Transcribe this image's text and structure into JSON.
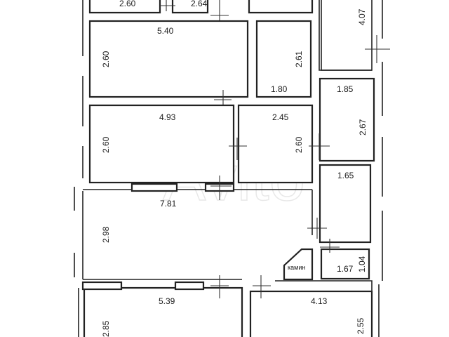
{
  "plan": {
    "watermark": "Avito",
    "fireplace_label": "камин",
    "rooms": [
      {
        "id": "r1",
        "w": "2.60"
      },
      {
        "id": "r2",
        "w": "2.64"
      },
      {
        "id": "r3",
        "w": "5.40",
        "h": "2.60"
      },
      {
        "id": "r4",
        "w": "1.80",
        "h": "2.61"
      },
      {
        "id": "r5",
        "h": "4.07"
      },
      {
        "id": "r6",
        "w": "1.85",
        "h": "2.67"
      },
      {
        "id": "r7",
        "w": "4.93",
        "h": "2.60"
      },
      {
        "id": "r8",
        "w": "2.45",
        "h": "2.60"
      },
      {
        "id": "r9",
        "w": "1.65"
      },
      {
        "id": "r10",
        "w": "7.81",
        "h": "2.98"
      },
      {
        "id": "r11",
        "w": "1.67",
        "h": "1.04"
      },
      {
        "id": "r12",
        "w": "5.39",
        "h": "2.85"
      },
      {
        "id": "r13",
        "w": "4.13",
        "h": "2.55"
      }
    ]
  }
}
